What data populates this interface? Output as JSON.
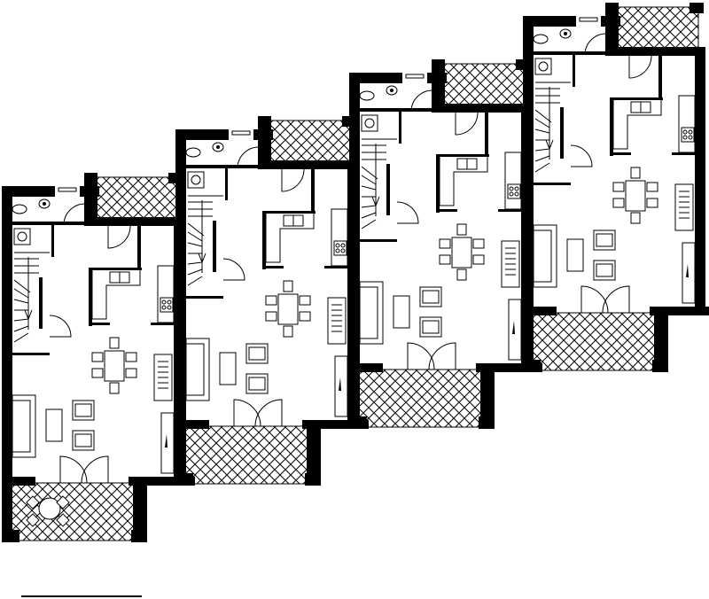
{
  "drawing": {
    "type": "architectural floor plan",
    "units_shown": 4,
    "wall_color": "#000000",
    "hatch_color": "#000000",
    "background": "#ffffff",
    "rooms_per_unit": [
      "wc",
      "kitchen",
      "dining",
      "living",
      "stair",
      "front-terrace",
      "rear-terrace"
    ],
    "icons": [
      "toilet-icon",
      "washbasin-icon",
      "washer-icon",
      "sink-icon",
      "hob-icon",
      "table-icon",
      "sofa-icon",
      "armchair-icon",
      "radiator-icon",
      "door-swing-icon",
      "stair-icon"
    ],
    "scale_bar_label": ""
  }
}
